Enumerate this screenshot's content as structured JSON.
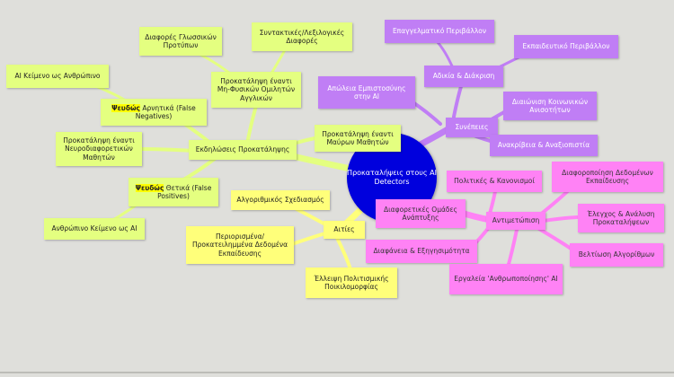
{
  "center": {
    "label": "Προκαταλήψεις στους AI Detectors"
  },
  "colors": {
    "lime": "#e4ff80",
    "yellow": "#ffff7a",
    "purple": "#c07ef5",
    "pink": "#ff82f5",
    "center": "#0000dd",
    "background": "#dfdfdb"
  },
  "branches": {
    "ekdiloseis": {
      "label": "Εκδηλώσεις Προκατάληψης",
      "maurous": "Προκατάληψη έναντι Μαύρων Μαθητών",
      "mi_fysikous": "Προκατάληψη έναντι Μη-Φυσικών Ομιλητών Αγγλικών",
      "glossikes": "Διαφορές Γλωσσικών Προτύπων",
      "syntaktikes": "Συντακτικές/Λεξιλογικές Διαφορές",
      "false_neg_hl": "Ψευδώς",
      "false_neg_rest": " Αρνητικά (False Negatives)",
      "ai_as_human": "AI Κείμενο ως Ανθρώπινο",
      "neurodiverse": "Προκατάληψη έναντι Νευροδιαφορετικών Μαθητών",
      "false_pos_hl": "Ψευδώς",
      "false_pos_rest": " Θετικά (False Positives)",
      "human_as_ai": "Ανθρώπινο Κείμενο ως AI"
    },
    "aities": {
      "label": "Αιτίες",
      "algorithmic": "Αλγοριθμικός Σχεδιασμός",
      "limited_data": "Περιορισμένα/Προκατειλημμένα Δεδομένα Εκπαίδευσης",
      "diversity": "Έλλειψη Πολιτισμικής Ποικιλομορφίας"
    },
    "synepeies": {
      "label": "Συνέπειες",
      "adikia": "Αδικία & Διάκριση",
      "professional": "Επαγγελματικό Περιβάλλον",
      "educational": "Εκπαιδευτικό Περιβάλλον",
      "trust": "Απώλεια Εμπιστοσύνης στην AI",
      "inequalities": "Διαιώνιση Κοινωνικών Ανισοτήτων",
      "accuracy": "Ανακρίβεια & Αναξιοπιστία"
    },
    "antimetopisi": {
      "label": "Αντιμετώπιση",
      "policies": "Πολιτικές & Κανονισμοί",
      "data_div": "Διαφοροποίηση Δεδομένων Εκπαίδευσης",
      "dev_teams": "Διαφορετικές Ομάδες Ανάπτυξης",
      "audit": "Έλεγχος & Ανάλυση Προκαταλήψεων",
      "transparency": "Διαφάνεια & Εξηγησιμότητα",
      "improve": "Βελτίωση Αλγορίθμων",
      "humanize": "Εργαλεία 'Ανθρωποποίησης' AI"
    }
  }
}
